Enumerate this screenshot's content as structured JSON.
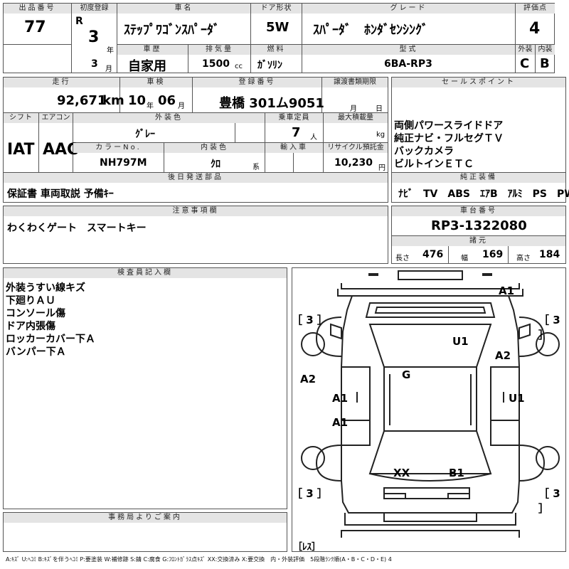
{
  "lot": {
    "label": "出品番号",
    "value": "77"
  },
  "first_reg": {
    "label": "初度登録",
    "era": "R",
    "year": "3",
    "year_unit": "年",
    "month": "3",
    "month_unit": "月"
  },
  "car_name": {
    "label": "車名",
    "value": "ｽﾃｯﾌﾟﾜｺﾞﾝｽﾊﾟｰﾀﾞ"
  },
  "door": {
    "label": "ドア形状",
    "value": "5W"
  },
  "grade": {
    "label": "グレード",
    "value": "ｽﾊﾟｰﾀﾞ　ﾎﾝﾀﾞｾﾝｼﾝｸﾞ"
  },
  "score": {
    "label": "評価点",
    "value": "4",
    "exterior_label": "外装",
    "exterior": "C",
    "interior_label": "内装",
    "interior": "B"
  },
  "history": {
    "label": "車歴",
    "value": "自家用"
  },
  "displacement": {
    "label": "排気量",
    "value": "1500",
    "unit": "cc"
  },
  "fuel": {
    "label": "燃料",
    "value": "ｶﾞｿﾘﾝ"
  },
  "model": {
    "label": "型式",
    "value": "6BA-RP3"
  },
  "mileage": {
    "label": "走行",
    "value": "92,671",
    "unit": "km"
  },
  "inspection": {
    "label": "車検",
    "year": "10",
    "year_unit": "年",
    "month": "06",
    "month_unit": "月"
  },
  "reg_number": {
    "label": "登録番号",
    "value": "豊橋 301ム9051"
  },
  "transfer_doc": {
    "label": "譲渡書類期限",
    "month_unit": "月",
    "day_unit": "日"
  },
  "sales_point": {
    "label": "セールスポイント",
    "lines": [
      "両側パワースライドドア",
      "純正ナビ・フルセグＴＶ",
      "バックカメラ",
      "ビルトインＥＴＣ"
    ]
  },
  "shift": {
    "label": "シフト",
    "value": "IAT"
  },
  "aircon": {
    "label": "エアコン",
    "value": "AAC"
  },
  "ext_color": {
    "label": "外装色",
    "value": "ｸﾞﾚｰ"
  },
  "capacity": {
    "label": "乗車定員",
    "value": "7",
    "unit": "人"
  },
  "max_load": {
    "label": "最大積載量",
    "unit": "kg"
  },
  "color_no": {
    "label": "カラーNo.",
    "value": "NH797M"
  },
  "int_color": {
    "label": "内装色",
    "value": "ｸﾛ",
    "unit": "系"
  },
  "import": {
    "label": "輸入車"
  },
  "recycle": {
    "label": "リサイクル預託金",
    "value": "10,230",
    "unit": "円"
  },
  "later_parts": {
    "label": "後日発送部品",
    "value": "保証書 車両取説 予備ｷｰ"
  },
  "equipment": {
    "label": "純正装備",
    "value": "ﾅﾋﾞ　TV　ABS　ｴｱB　ｱﾙﾐ　PS　PW"
  },
  "notes": {
    "label": "注意事項欄",
    "value": "わくわくゲート　スマートキー"
  },
  "chassis": {
    "label": "車台番号",
    "value": "RP3-1322080"
  },
  "specs": {
    "label": "諸元",
    "length_label": "長さ",
    "length": "476",
    "width_label": "幅",
    "width": "169",
    "height_label": "高さ",
    "height": "184"
  },
  "inspector": {
    "label": "検査員記入欄",
    "lines": [
      "外装うすい線キズ",
      "下廻りＡＵ",
      "コンソール傷",
      "ドア内張傷",
      "ロッカーカバー下Ａ",
      "バンパー下Ａ"
    ]
  },
  "diagram": {
    "marks": {
      "a1_front": "A1",
      "u1_roof": "U1",
      "a2_right": "A2",
      "g_glass": "G",
      "a2_left": "A2",
      "a1_left_front": "A1",
      "u1_right": "U1",
      "a1_left_rear": "A1",
      "xx_rear": "XX",
      "b1_rear": "B1"
    },
    "tires": {
      "fl": "［ 3 ］",
      "fr": "［ 3 ］",
      "rl": "［ 3 ］",
      "rr": "［ 3 ］"
    },
    "spare": "［ﾚｽ］"
  },
  "office": {
    "label": "事務局よりご案内"
  },
  "legend": "A:ｷｽﾞ U:ﾍｺﾐ B:ｷｽﾞを伴うﾍｺﾐ P:要塗装 W:補修跡 S:錆 C:腐食 G:ﾌﾛﾝﾄｶﾞﾗｽ点ｷｽﾞ XX:交換済み X:要交換　内・外装評価　5段階ﾗﾝｸ順(A・B・C・D・E) 4"
}
